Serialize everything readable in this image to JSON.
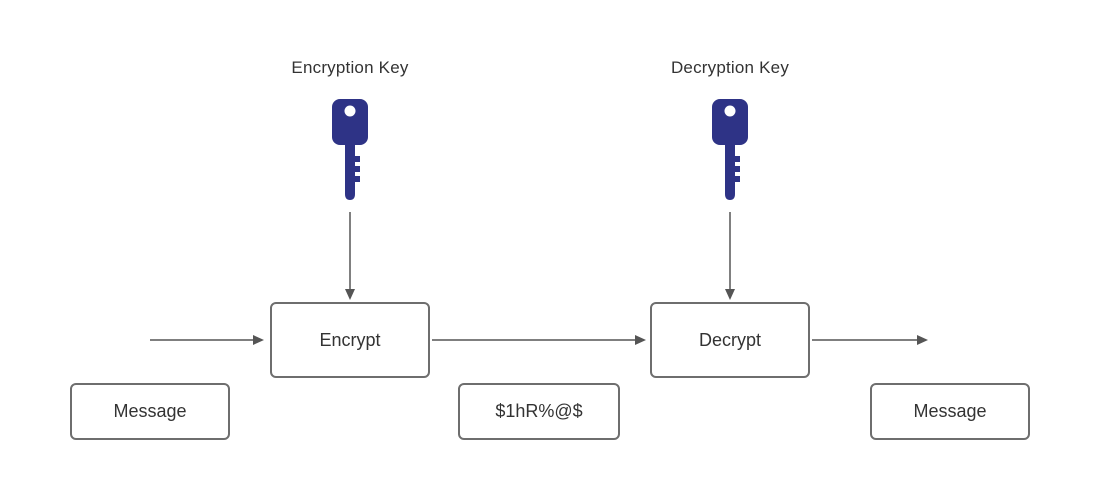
{
  "diagram": {
    "title": "symmetric encryption flow",
    "encryption_key_label": "Encryption Key",
    "decryption_key_label": "Decryption Key",
    "encrypt_label": "Encrypt",
    "decrypt_label": "Decrypt",
    "message_left_label": "Message",
    "ciphertext_label": "$1hR%@$",
    "message_right_label": "Message"
  },
  "icons": {
    "encryption_key_icon": "key-icon",
    "decryption_key_icon": "key-icon"
  },
  "colors": {
    "key_fill": "#2e3386",
    "key_hole": "#ffffff",
    "box_border": "#6e6e6e",
    "arrow": "#555555",
    "text": "#333333"
  }
}
